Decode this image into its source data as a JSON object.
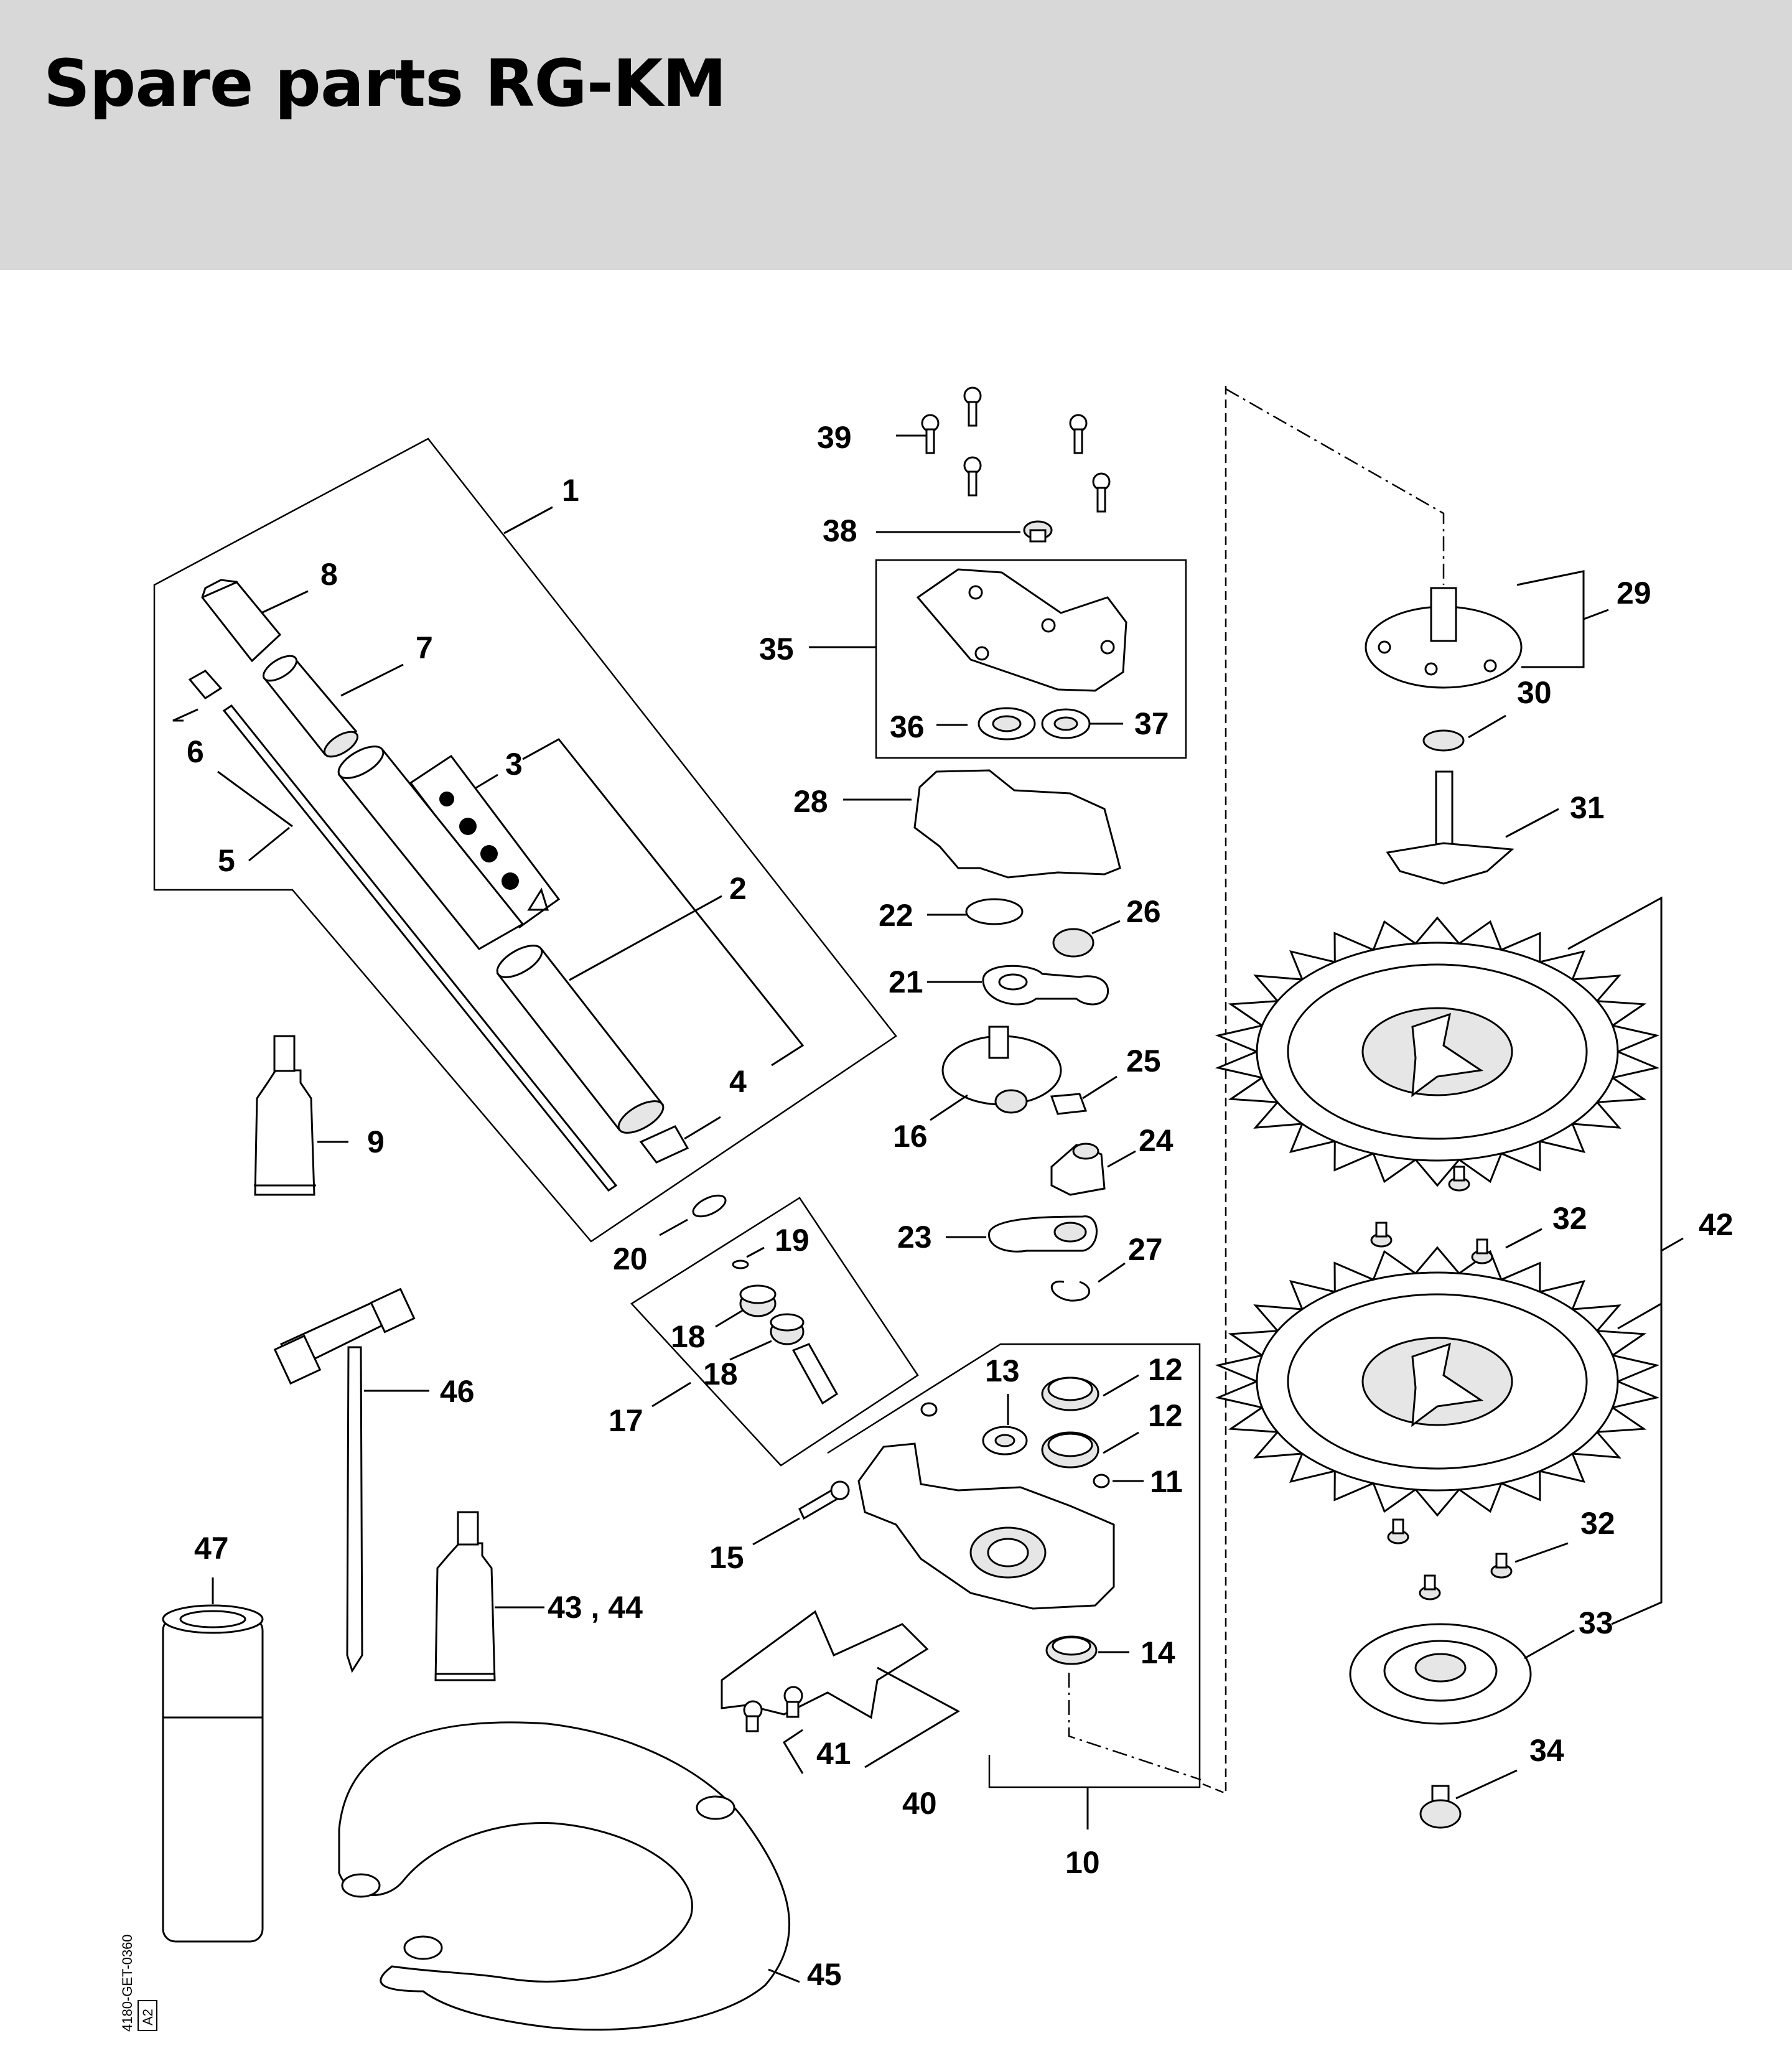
{
  "header": {
    "title": "Spare parts RG-KM"
  },
  "labels": {
    "p1": "1",
    "p2": "2",
    "p3": "3",
    "p4": "4",
    "p5": "5",
    "p6": "6",
    "p7": "7",
    "p8": "8",
    "p9": "9",
    "p10": "10",
    "p11": "11",
    "p12a": "12",
    "p12b": "12",
    "p13": "13",
    "p14": "14",
    "p15": "15",
    "p16": "16",
    "p17": "17",
    "p18a": "18",
    "p18b": "18",
    "p19": "19",
    "p20": "20",
    "p21": "21",
    "p22": "22",
    "p23": "23",
    "p24": "24",
    "p25": "25",
    "p26": "26",
    "p27": "27",
    "p28": "28",
    "p29": "29",
    "p30": "30",
    "p31": "31",
    "p32a": "32",
    "p32b": "32",
    "p33": "33",
    "p34": "34",
    "p35": "35",
    "p36": "36",
    "p37": "37",
    "p38": "38",
    "p39": "39",
    "p40": "40",
    "p41": "41",
    "p42": "42",
    "p43_44": "43 , 44",
    "p45": "45",
    "p46": "46",
    "p47": "47"
  },
  "drawing_code": {
    "id": "4180-GET-0360",
    "sheet": "A2"
  }
}
